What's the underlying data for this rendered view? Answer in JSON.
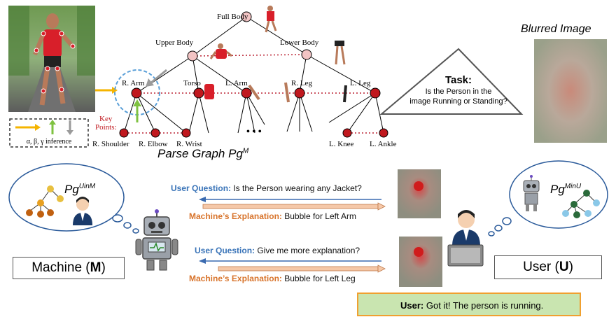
{
  "tree": {
    "full_body": "Full Body",
    "upper_body": "Upper Body",
    "lower_body": "Lower Body",
    "r_arm": "R. Arm",
    "torso": "Torso",
    "l_arm": "L. Arm",
    "r_leg": "R. Leg",
    "l_leg": "L. Leg",
    "key_points": "Key",
    "key_points_2": "Points:",
    "r_shoulder": "R. Shoulder",
    "r_elbow": "R. Elbow",
    "r_wrist": "R. Wrist",
    "l_knee": "L. Knee",
    "l_ankle": "L. Ankle",
    "ellipsis": "• • •",
    "parse_title": "Parse Graph Pg",
    "parse_sup": "M"
  },
  "legend": {
    "text": "α, β, γ inference"
  },
  "task": {
    "title": "Task:",
    "line1": "Is the Person in the",
    "line2": "image Running or Standing?"
  },
  "blurred": {
    "title": "Blurred Image"
  },
  "machine": {
    "label_prefix": "Machine (",
    "label_bold": "M",
    "label_suffix": ")",
    "thought": "Pg",
    "thought_sup": "UinM"
  },
  "user": {
    "label_prefix": "User (",
    "label_bold": "U",
    "label_suffix": ")",
    "thought": "Pg",
    "thought_sup": "MinU"
  },
  "dialog": [
    {
      "q_key": "User Question:",
      "q_text": " Is the Person wearing any Jacket?",
      "a_key": "Machine’s Explanation:",
      "a_text": " Bubble for Left Arm"
    },
    {
      "q_key": "User Question:",
      "q_text": " Give me more explanation?",
      "a_key": "Machine’s Explanation:",
      "a_text": " Bubble for Left Leg"
    }
  ],
  "confirm": {
    "key": "User:",
    "text": " Got it! The person is running."
  },
  "colors": {
    "node_dark": "#c0181e",
    "node_light": "#f2c4c4",
    "arrow_yellow": "#f5b400",
    "arrow_green": "#7fc241",
    "arrow_gray": "#9a9a9a",
    "question_blue": "#3a74b8",
    "answer_orange": "#d8742c",
    "confirm_bg": "#c9e5b0"
  }
}
